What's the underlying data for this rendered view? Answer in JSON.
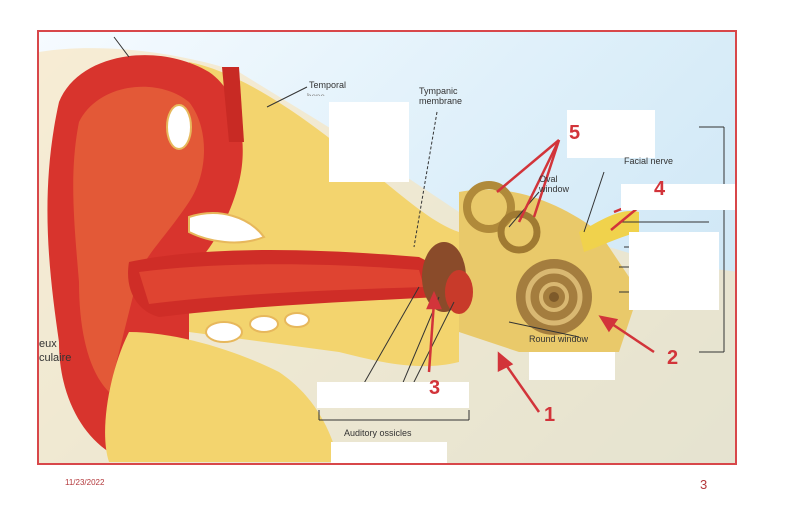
{
  "labels": {
    "temporal": "Temporal",
    "temporal_cut": "bone",
    "tympanic_line1": "Tympanic",
    "tympanic_line2": "membrane",
    "oval_line1": "Oval",
    "oval_line2": "window",
    "facial_nerve": "Facial nerve",
    "round_window": "Round window",
    "auditory_ossicles": "Auditory ossicles",
    "left_line1": "eux",
    "left_line2": "culaire"
  },
  "numbers": {
    "n1": "1",
    "n2": "2",
    "n3": "3",
    "n4": "4",
    "n5": "5"
  },
  "footer": {
    "date": "11/23/2022",
    "page": "3"
  },
  "colors": {
    "frame": "#d8474a",
    "arrow": "#d2343a",
    "ear_red": "#d8342d",
    "bone_yellow": "#f2d56b"
  }
}
